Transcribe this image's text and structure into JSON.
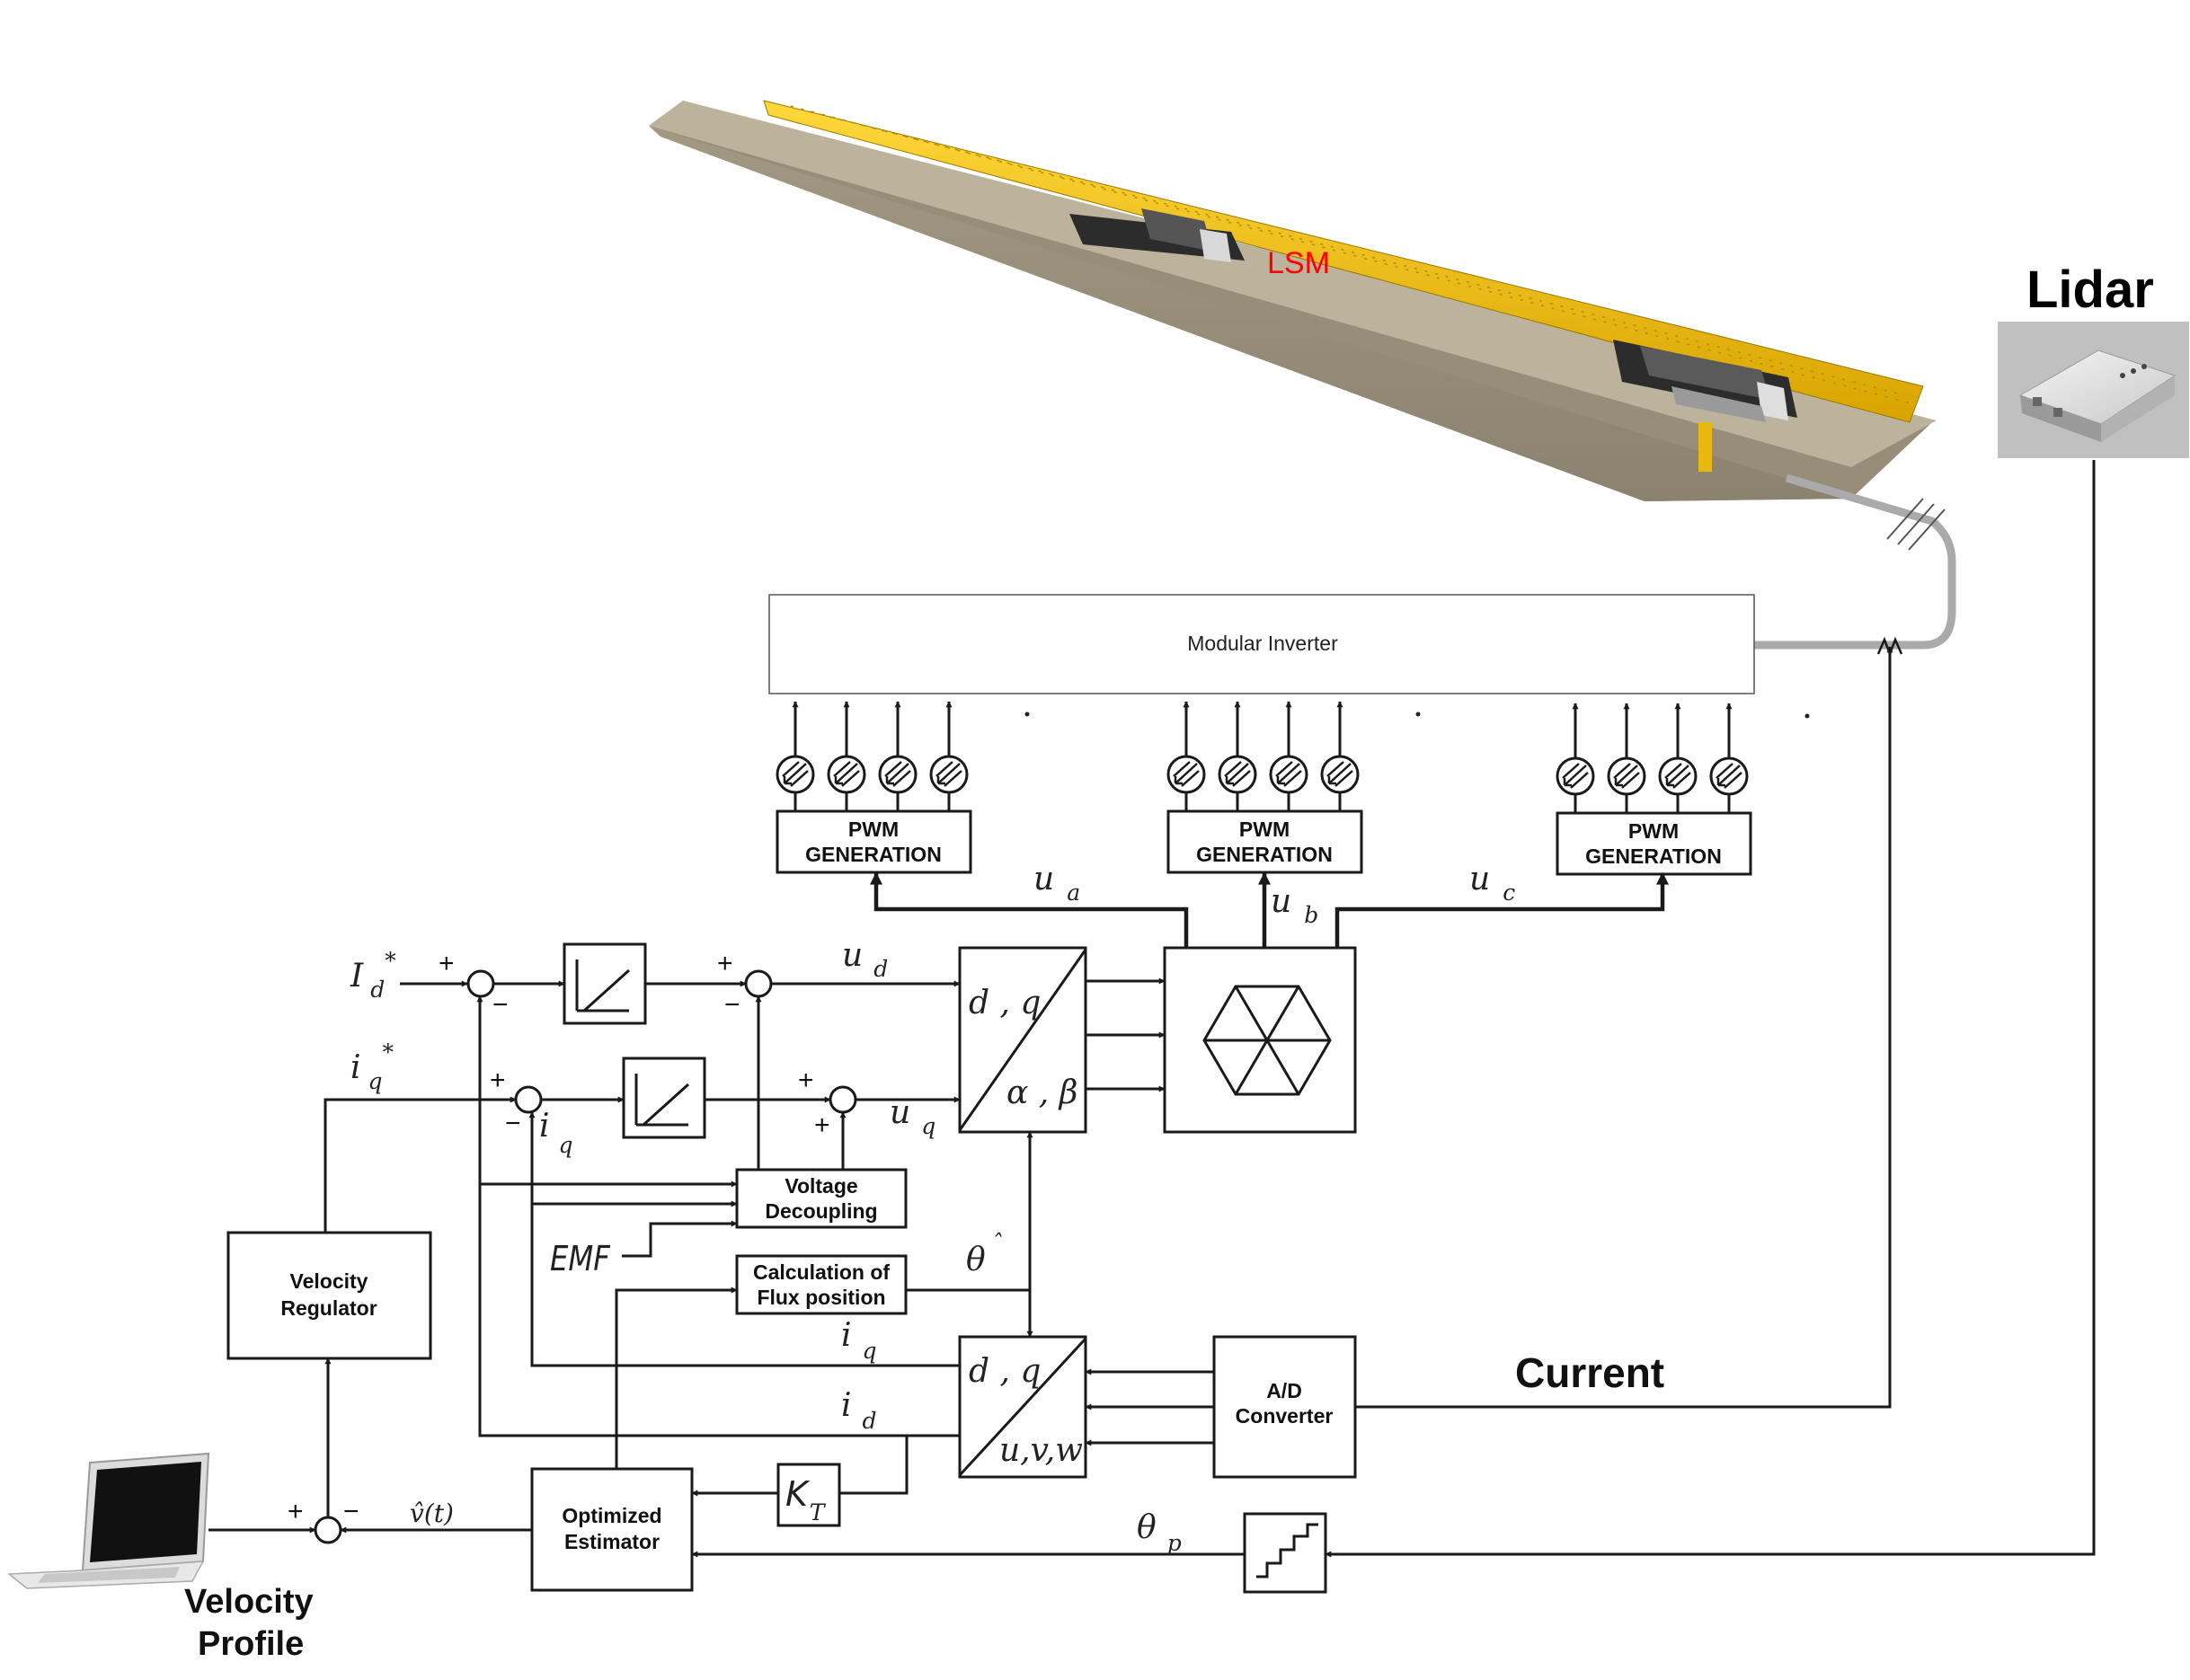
{
  "rail": {
    "label": "LSM",
    "label_color": "#ff0000",
    "magnet_color": "#f2c21a",
    "concrete_color": "#b8ac97"
  },
  "lidar": {
    "title": "Lidar"
  },
  "inverter": {
    "label": "Modular Inverter"
  },
  "pwm": {
    "line1": "PWM",
    "line2": "GENERATION"
  },
  "phase_signals": {
    "a_main": "u",
    "a_sub": "a",
    "b_main": "u",
    "b_sub": "b",
    "c_main": "u",
    "c_sub": "c"
  },
  "references": {
    "id_main": "I",
    "id_sub": "d",
    "iq_main": "i",
    "iq_sub": "q",
    "star": "*"
  },
  "dq_signals": {
    "ud_main": "u",
    "ud_sub": "d",
    "uq_main": "u",
    "uq_sub": "q",
    "fb_iq_main": "i",
    "fb_iq_sub": "q"
  },
  "transforms": {
    "dq_top": "d , q",
    "ab": "α , β",
    "dq_bottom": "d , q",
    "uvw": "u,v,w"
  },
  "blocks": {
    "voltage_decoupling": {
      "line1": "Voltage",
      "line2": "Decoupling"
    },
    "flux_position": {
      "line1": "Calculation of",
      "line2": "Flux position"
    },
    "velocity_regulator": {
      "line1": "Velocity",
      "line2": "Regulator"
    },
    "optimized_estimator": {
      "line1": "Optimized",
      "line2": "Estimator"
    },
    "ad_converter": {
      "line1": "A/D",
      "line2": "Converter"
    }
  },
  "signals": {
    "emf": "EMF",
    "theta_hat": "θ",
    "hat": "ˆ",
    "iq_main": "i",
    "iq_sub": "q",
    "id_main": "i",
    "id_sub": "d",
    "kt_main": "K",
    "kt_sub": "T",
    "v_hat": "v̂(t)",
    "theta_p_main": "θ",
    "theta_p_sub": "p",
    "current": "Current"
  },
  "velocity_profile": {
    "line1": "Velocity",
    "line2": "Profile"
  },
  "signs": {
    "plus": "+",
    "minus": "−"
  }
}
